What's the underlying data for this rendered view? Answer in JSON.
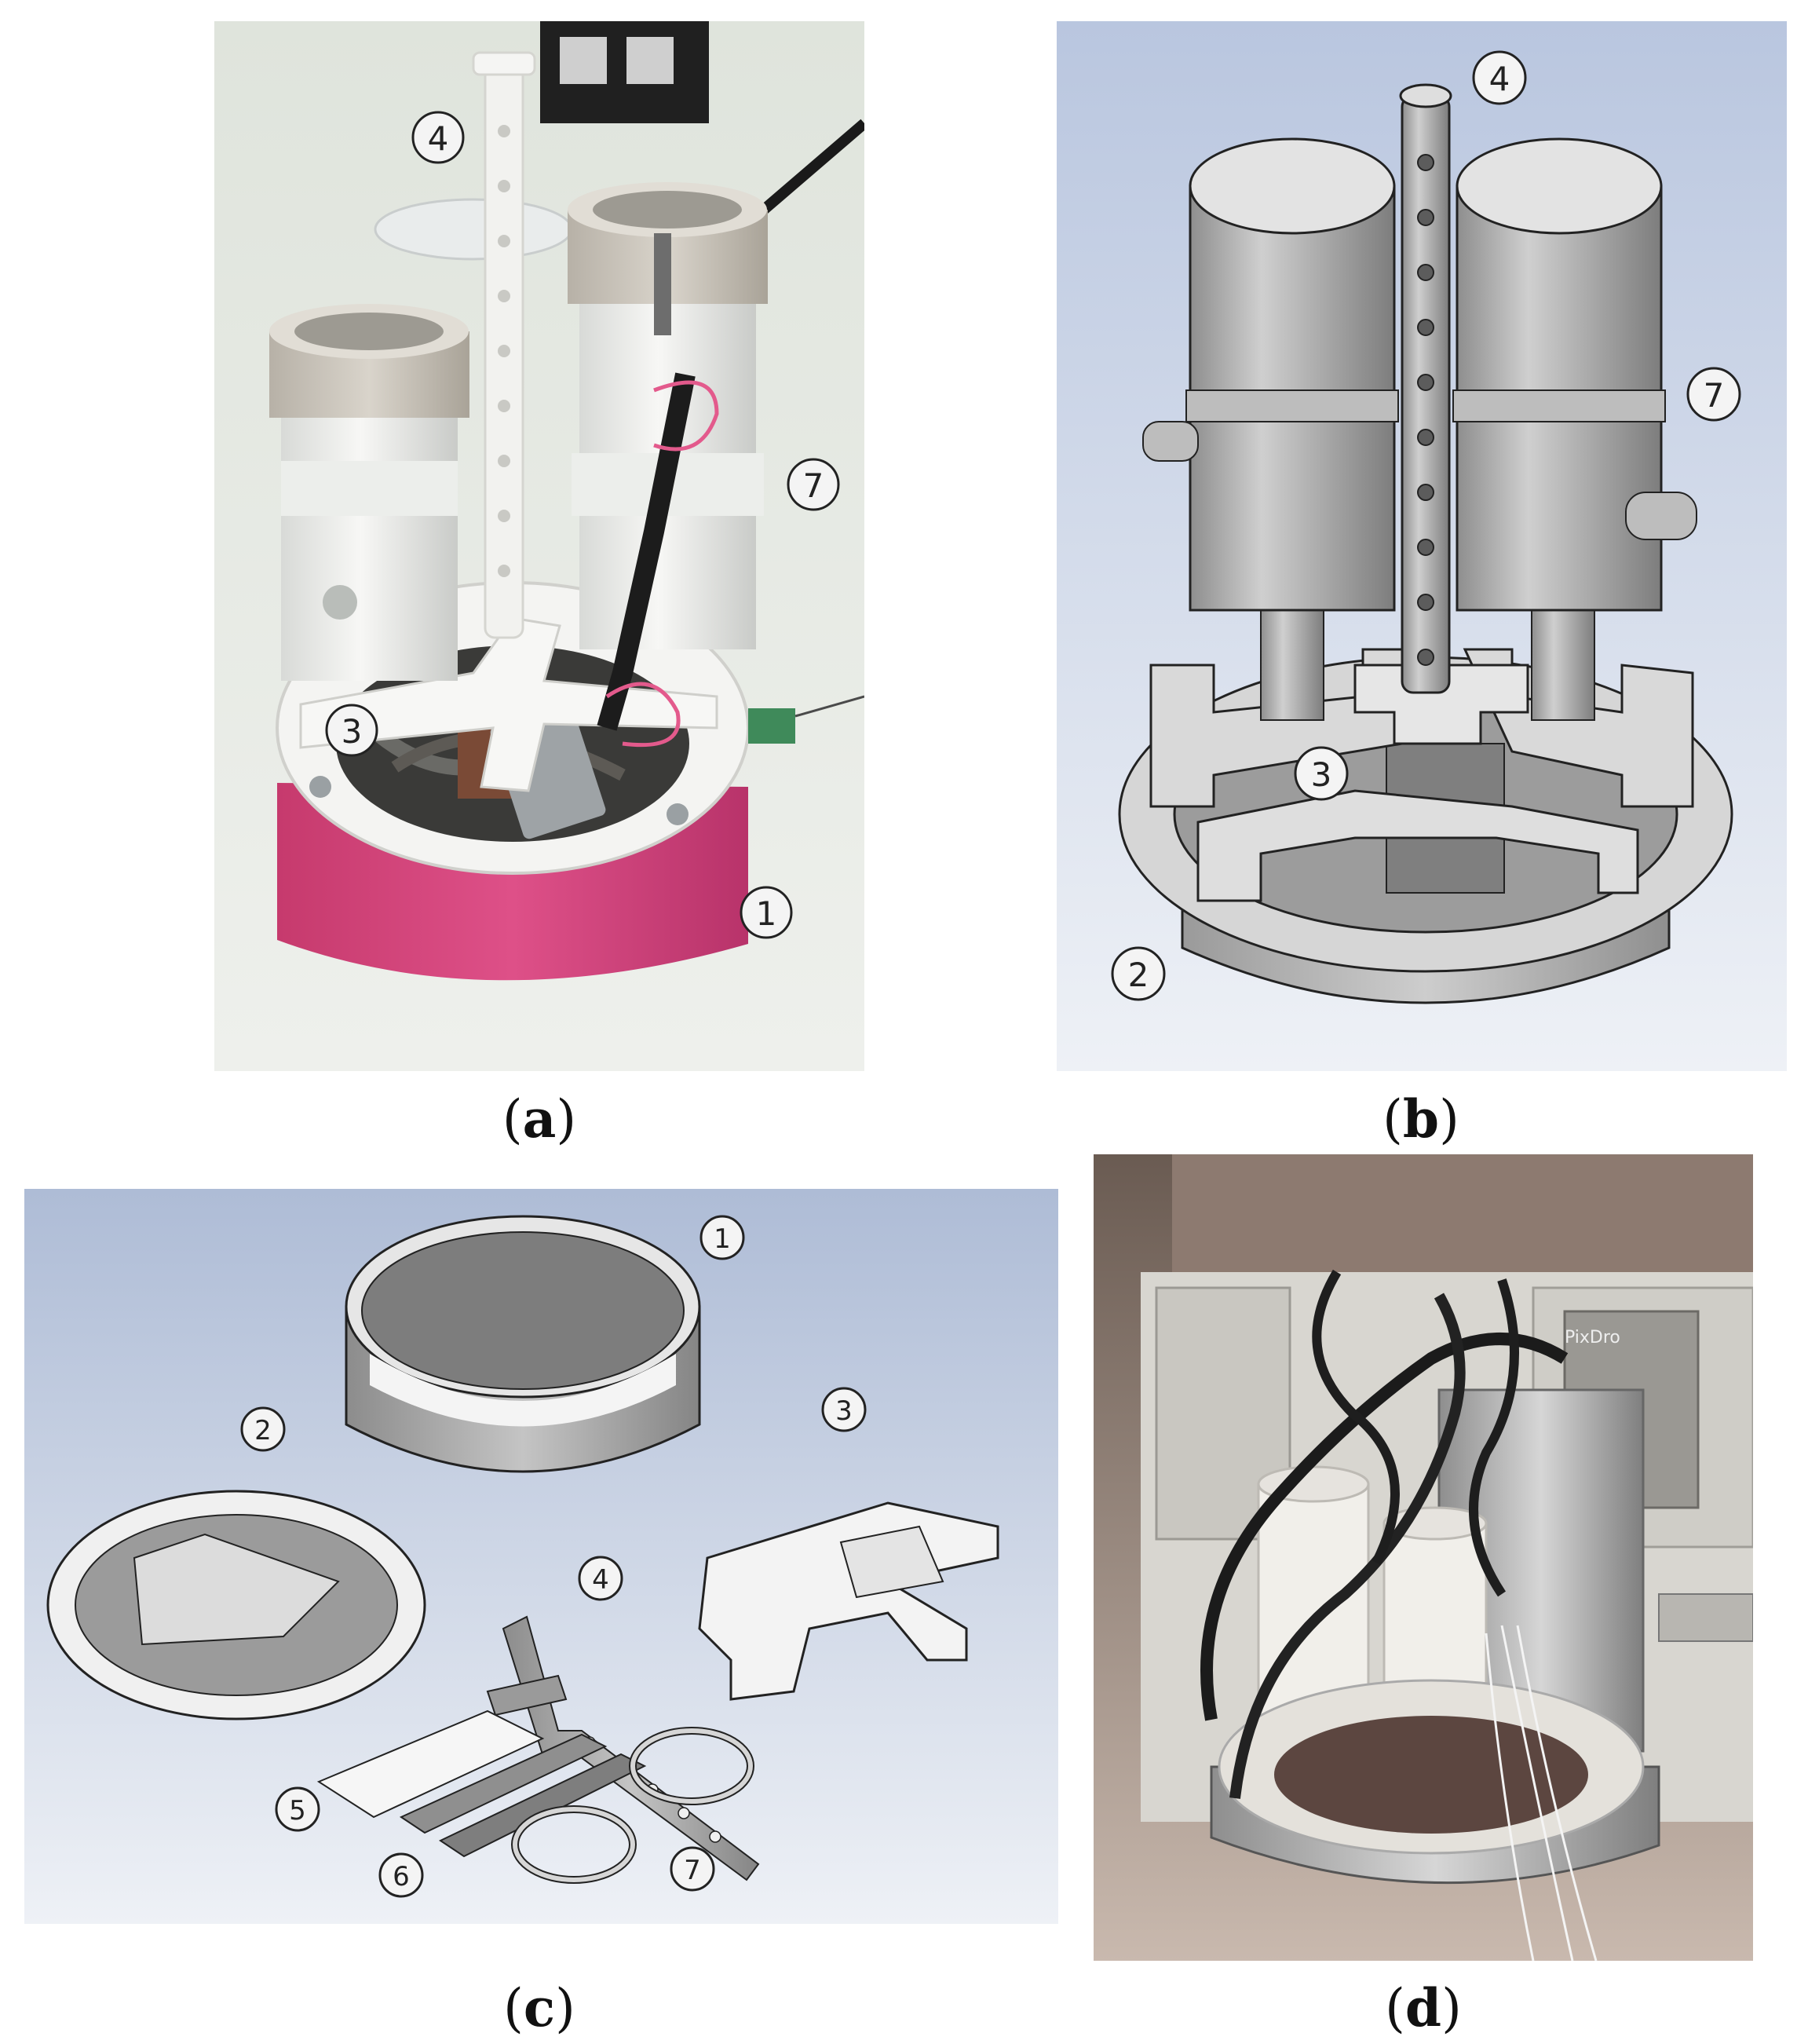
{
  "figure": {
    "panels": [
      {
        "id": "a",
        "caption_open": "(",
        "caption_letter": "a",
        "caption_close": ")",
        "kind": "photo",
        "markers": [
          "4",
          "7",
          "3",
          "1"
        ]
      },
      {
        "id": "b",
        "caption_open": "(",
        "caption_letter": "b",
        "caption_close": ")",
        "kind": "cad-render",
        "markers": [
          "4",
          "7",
          "3",
          "2"
        ]
      },
      {
        "id": "c",
        "caption_open": "(",
        "caption_letter": "c",
        "caption_close": ")",
        "kind": "cad-exploded-view",
        "markers": [
          "1",
          "2",
          "3",
          "4",
          "5",
          "6",
          "7"
        ]
      },
      {
        "id": "d",
        "caption_open": "(",
        "caption_letter": "d",
        "caption_close": ")",
        "kind": "photo",
        "label_text": "PixDro"
      }
    ]
  },
  "colors": {
    "pink_base": "#d9487f",
    "cad_background_top": "#c9d3e6",
    "cad_background_bottom": "#e9eef5",
    "cad_part_grey": "#b9b9b9",
    "photo_wall": "#e6e8e2"
  }
}
